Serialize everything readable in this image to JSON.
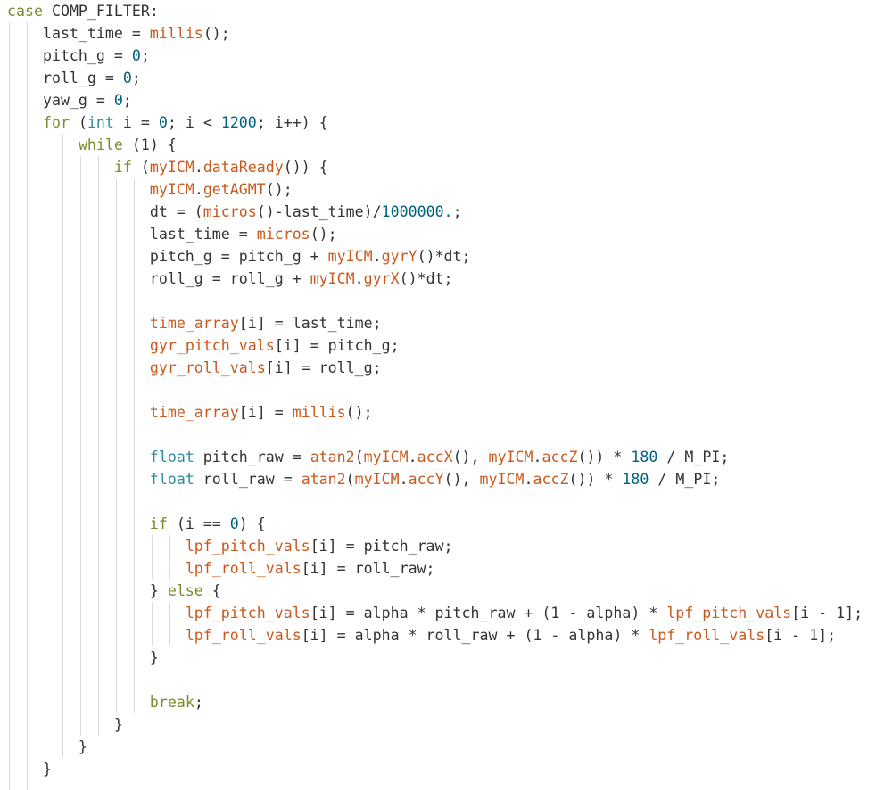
{
  "editor": {
    "lines": [
      [
        {
          "t": "kw",
          "v": "case"
        },
        {
          "t": "plain",
          "v": " COMP_FILTER:"
        }
      ],
      [
        {
          "t": "plain",
          "v": "    last_time = "
        },
        {
          "t": "fn",
          "v": "millis"
        },
        {
          "t": "plain",
          "v": "();"
        }
      ],
      [
        {
          "t": "plain",
          "v": "    pitch_g = "
        },
        {
          "t": "num",
          "v": "0"
        },
        {
          "t": "plain",
          "v": ";"
        }
      ],
      [
        {
          "t": "plain",
          "v": "    roll_g = "
        },
        {
          "t": "num",
          "v": "0"
        },
        {
          "t": "plain",
          "v": ";"
        }
      ],
      [
        {
          "t": "plain",
          "v": "    yaw_g = "
        },
        {
          "t": "num",
          "v": "0"
        },
        {
          "t": "plain",
          "v": ";"
        }
      ],
      [
        {
          "t": "plain",
          "v": "    "
        },
        {
          "t": "kw",
          "v": "for"
        },
        {
          "t": "plain",
          "v": " ("
        },
        {
          "t": "type",
          "v": "int"
        },
        {
          "t": "plain",
          "v": " i = "
        },
        {
          "t": "num",
          "v": "0"
        },
        {
          "t": "plain",
          "v": "; i < "
        },
        {
          "t": "num",
          "v": "1200"
        },
        {
          "t": "plain",
          "v": "; i++) {"
        }
      ],
      [
        {
          "t": "plain",
          "v": "        "
        },
        {
          "t": "kw",
          "v": "while"
        },
        {
          "t": "plain",
          "v": " (1) {"
        }
      ],
      [
        {
          "t": "plain",
          "v": "            "
        },
        {
          "t": "kw",
          "v": "if"
        },
        {
          "t": "plain",
          "v": " ("
        },
        {
          "t": "fn",
          "v": "myICM"
        },
        {
          "t": "plain",
          "v": "."
        },
        {
          "t": "fn",
          "v": "dataReady"
        },
        {
          "t": "plain",
          "v": "()) {"
        }
      ],
      [
        {
          "t": "plain",
          "v": "                "
        },
        {
          "t": "fn",
          "v": "myICM"
        },
        {
          "t": "plain",
          "v": "."
        },
        {
          "t": "fn",
          "v": "getAGMT"
        },
        {
          "t": "plain",
          "v": "();"
        }
      ],
      [
        {
          "t": "plain",
          "v": "                dt = ("
        },
        {
          "t": "fn",
          "v": "micros"
        },
        {
          "t": "plain",
          "v": "()-last_time)/"
        },
        {
          "t": "num",
          "v": "1000000."
        },
        {
          "t": "plain",
          "v": ";"
        }
      ],
      [
        {
          "t": "plain",
          "v": "                last_time = "
        },
        {
          "t": "fn",
          "v": "micros"
        },
        {
          "t": "plain",
          "v": "();"
        }
      ],
      [
        {
          "t": "plain",
          "v": "                pitch_g = pitch_g + "
        },
        {
          "t": "fn",
          "v": "myICM"
        },
        {
          "t": "plain",
          "v": "."
        },
        {
          "t": "fn",
          "v": "gyrY"
        },
        {
          "t": "plain",
          "v": "()*dt;"
        }
      ],
      [
        {
          "t": "plain",
          "v": "                roll_g = roll_g + "
        },
        {
          "t": "fn",
          "v": "myICM"
        },
        {
          "t": "plain",
          "v": "."
        },
        {
          "t": "fn",
          "v": "gyrX"
        },
        {
          "t": "plain",
          "v": "()*dt;"
        }
      ],
      [],
      [
        {
          "t": "plain",
          "v": "                "
        },
        {
          "t": "fn",
          "v": "time_array"
        },
        {
          "t": "plain",
          "v": "[i] = last_time;"
        }
      ],
      [
        {
          "t": "plain",
          "v": "                "
        },
        {
          "t": "fn",
          "v": "gyr_pitch_vals"
        },
        {
          "t": "plain",
          "v": "[i] = pitch_g;"
        }
      ],
      [
        {
          "t": "plain",
          "v": "                "
        },
        {
          "t": "fn",
          "v": "gyr_roll_vals"
        },
        {
          "t": "plain",
          "v": "[i] = roll_g;"
        }
      ],
      [],
      [
        {
          "t": "plain",
          "v": "                "
        },
        {
          "t": "fn",
          "v": "time_array"
        },
        {
          "t": "plain",
          "v": "[i] = "
        },
        {
          "t": "fn",
          "v": "millis"
        },
        {
          "t": "plain",
          "v": "();"
        }
      ],
      [],
      [
        {
          "t": "plain",
          "v": "                "
        },
        {
          "t": "type",
          "v": "float"
        },
        {
          "t": "plain",
          "v": " pitch_raw = "
        },
        {
          "t": "fn",
          "v": "atan2"
        },
        {
          "t": "plain",
          "v": "("
        },
        {
          "t": "fn",
          "v": "myICM"
        },
        {
          "t": "plain",
          "v": "."
        },
        {
          "t": "fn",
          "v": "accX"
        },
        {
          "t": "plain",
          "v": "(), "
        },
        {
          "t": "fn",
          "v": "myICM"
        },
        {
          "t": "plain",
          "v": "."
        },
        {
          "t": "fn",
          "v": "accZ"
        },
        {
          "t": "plain",
          "v": "()) * "
        },
        {
          "t": "num",
          "v": "180"
        },
        {
          "t": "plain",
          "v": " / M_PI;"
        }
      ],
      [
        {
          "t": "plain",
          "v": "                "
        },
        {
          "t": "type",
          "v": "float"
        },
        {
          "t": "plain",
          "v": " roll_raw = "
        },
        {
          "t": "fn",
          "v": "atan2"
        },
        {
          "t": "plain",
          "v": "("
        },
        {
          "t": "fn",
          "v": "myICM"
        },
        {
          "t": "plain",
          "v": "."
        },
        {
          "t": "fn",
          "v": "accY"
        },
        {
          "t": "plain",
          "v": "(), "
        },
        {
          "t": "fn",
          "v": "myICM"
        },
        {
          "t": "plain",
          "v": "."
        },
        {
          "t": "fn",
          "v": "accZ"
        },
        {
          "t": "plain",
          "v": "()) * "
        },
        {
          "t": "num",
          "v": "180"
        },
        {
          "t": "plain",
          "v": " / M_PI;"
        }
      ],
      [],
      [
        {
          "t": "plain",
          "v": "                "
        },
        {
          "t": "kw",
          "v": "if"
        },
        {
          "t": "plain",
          "v": " (i == "
        },
        {
          "t": "num",
          "v": "0"
        },
        {
          "t": "plain",
          "v": ") {"
        }
      ],
      [
        {
          "t": "plain",
          "v": "                    "
        },
        {
          "t": "fn",
          "v": "lpf_pitch_vals"
        },
        {
          "t": "plain",
          "v": "[i] = pitch_raw;"
        }
      ],
      [
        {
          "t": "plain",
          "v": "                    "
        },
        {
          "t": "fn",
          "v": "lpf_roll_vals"
        },
        {
          "t": "plain",
          "v": "[i] = roll_raw;"
        }
      ],
      [
        {
          "t": "plain",
          "v": "                } "
        },
        {
          "t": "kw",
          "v": "else"
        },
        {
          "t": "plain",
          "v": " {"
        }
      ],
      [
        {
          "t": "plain",
          "v": "                    "
        },
        {
          "t": "fn",
          "v": "lpf_pitch_vals"
        },
        {
          "t": "plain",
          "v": "[i] = alpha * pitch_raw + (1 - alpha) * "
        },
        {
          "t": "fn",
          "v": "lpf_pitch_vals"
        },
        {
          "t": "plain",
          "v": "[i - 1];"
        }
      ],
      [
        {
          "t": "plain",
          "v": "                    "
        },
        {
          "t": "fn",
          "v": "lpf_roll_vals"
        },
        {
          "t": "plain",
          "v": "[i] = alpha * roll_raw + (1 - alpha) * "
        },
        {
          "t": "fn",
          "v": "lpf_roll_vals"
        },
        {
          "t": "plain",
          "v": "[i - 1];"
        }
      ],
      [
        {
          "t": "plain",
          "v": "                }"
        }
      ],
      [],
      [
        {
          "t": "plain",
          "v": "                "
        },
        {
          "t": "kw",
          "v": "break"
        },
        {
          "t": "plain",
          "v": ";"
        }
      ],
      [
        {
          "t": "plain",
          "v": "            }"
        }
      ],
      [
        {
          "t": "plain",
          "v": "        }"
        }
      ],
      [
        {
          "t": "plain",
          "v": "    }"
        }
      ]
    ]
  },
  "colors": {
    "keyword": "#7a8b2a",
    "type": "#2f8da0",
    "function": "#c95a1e",
    "number": "#00627a",
    "plain": "#333333",
    "indent_guide": "#dcdcdc"
  }
}
